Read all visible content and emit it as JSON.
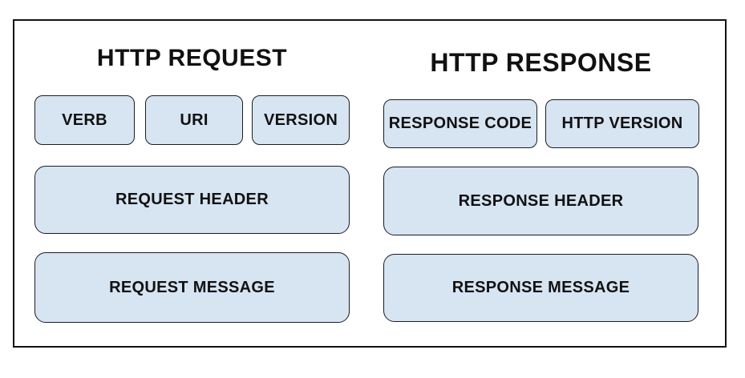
{
  "request": {
    "title": "HTTP REQUEST",
    "parts": [
      "VERB",
      "URI",
      "VERSION"
    ],
    "header": "REQUEST HEADER",
    "message": "REQUEST MESSAGE"
  },
  "response": {
    "title": "HTTP RESPONSE",
    "parts": [
      "RESPONSE CODE",
      "HTTP VERSION"
    ],
    "header": "RESPONSE HEADER",
    "message": "RESPONSE MESSAGE"
  },
  "colors": {
    "background": "#ffffff",
    "frame_border": "#111111",
    "box_fill": "#d7e4f2",
    "box_border": "#1b1e24",
    "text": "#111111"
  }
}
